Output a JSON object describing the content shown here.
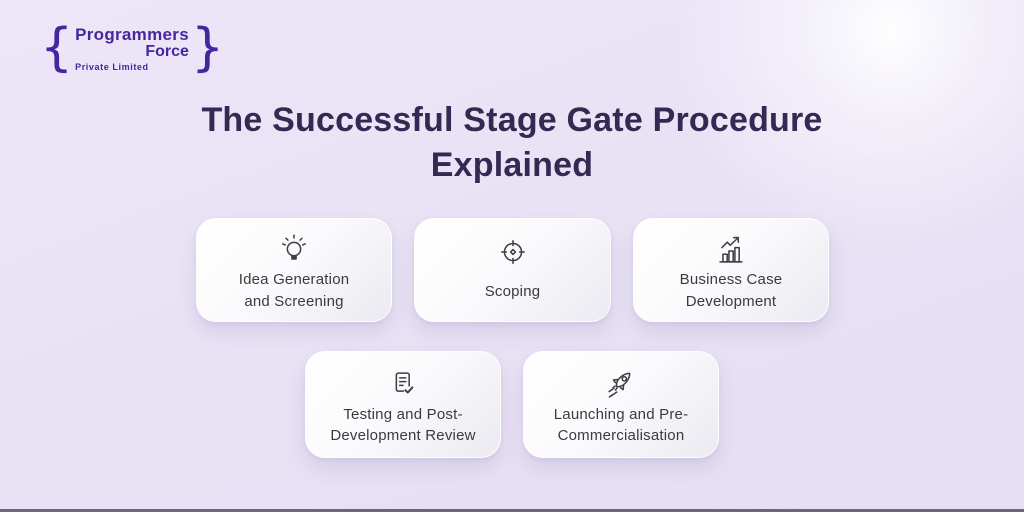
{
  "page": {
    "background_color": "#e8e1f4",
    "bottom_bar_color": "#6a6880"
  },
  "logo": {
    "brace_left": "{",
    "name_line1": "Programmers",
    "name_line2": "Force",
    "subtitle": "Private Limited",
    "brace_right": "}",
    "color": "#46269e"
  },
  "header": {
    "title": "The Successful Stage Gate Procedure\nExplained",
    "color": "#322a52"
  },
  "stages": [
    {
      "label": "Idea Generation\nand Screening",
      "icon": "lightbulb-idea-icon"
    },
    {
      "label": "Scoping",
      "icon": "target-scope-icon"
    },
    {
      "label": "Business Case\nDevelopment",
      "icon": "growth-chart-icon"
    },
    {
      "label": "Testing and Post-\nDevelopment Review",
      "icon": "document-check-icon"
    },
    {
      "label": "Launching and Pre-\nCommercialisation",
      "icon": "rocket-icon"
    }
  ]
}
